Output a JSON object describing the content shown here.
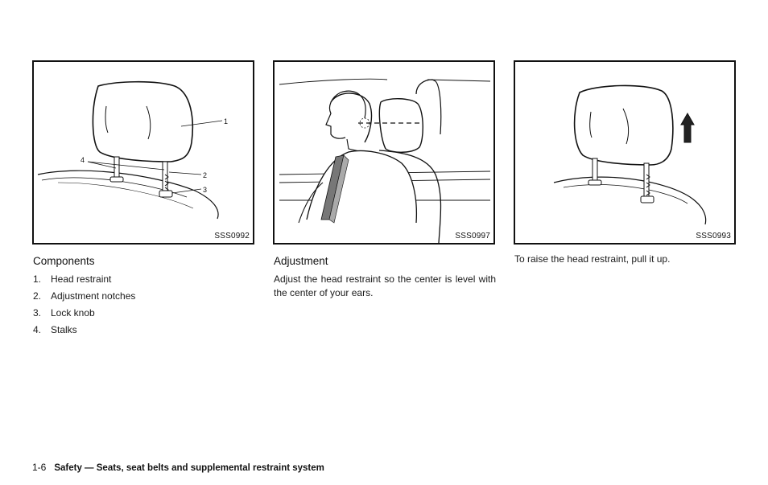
{
  "figures": [
    {
      "code": "SSS0992",
      "callouts": [
        "1",
        "2",
        "3",
        "4"
      ]
    },
    {
      "code": "SSS0997"
    },
    {
      "code": "SSS0993"
    }
  ],
  "components": {
    "title": "Components",
    "items": [
      {
        "num": "1.",
        "label": "Head restraint"
      },
      {
        "num": "2.",
        "label": "Adjustment notches"
      },
      {
        "num": "3.",
        "label": "Lock knob"
      },
      {
        "num": "4.",
        "label": "Stalks"
      }
    ]
  },
  "adjustment": {
    "title": "Adjustment",
    "text": "Adjust the head restraint so the center is level with the center of your ears."
  },
  "raise": {
    "text": "To raise the head restraint, pull it up."
  },
  "footer": {
    "page": "1-6",
    "section": "Safety — Seats, seat belts and supplemental restraint system"
  }
}
